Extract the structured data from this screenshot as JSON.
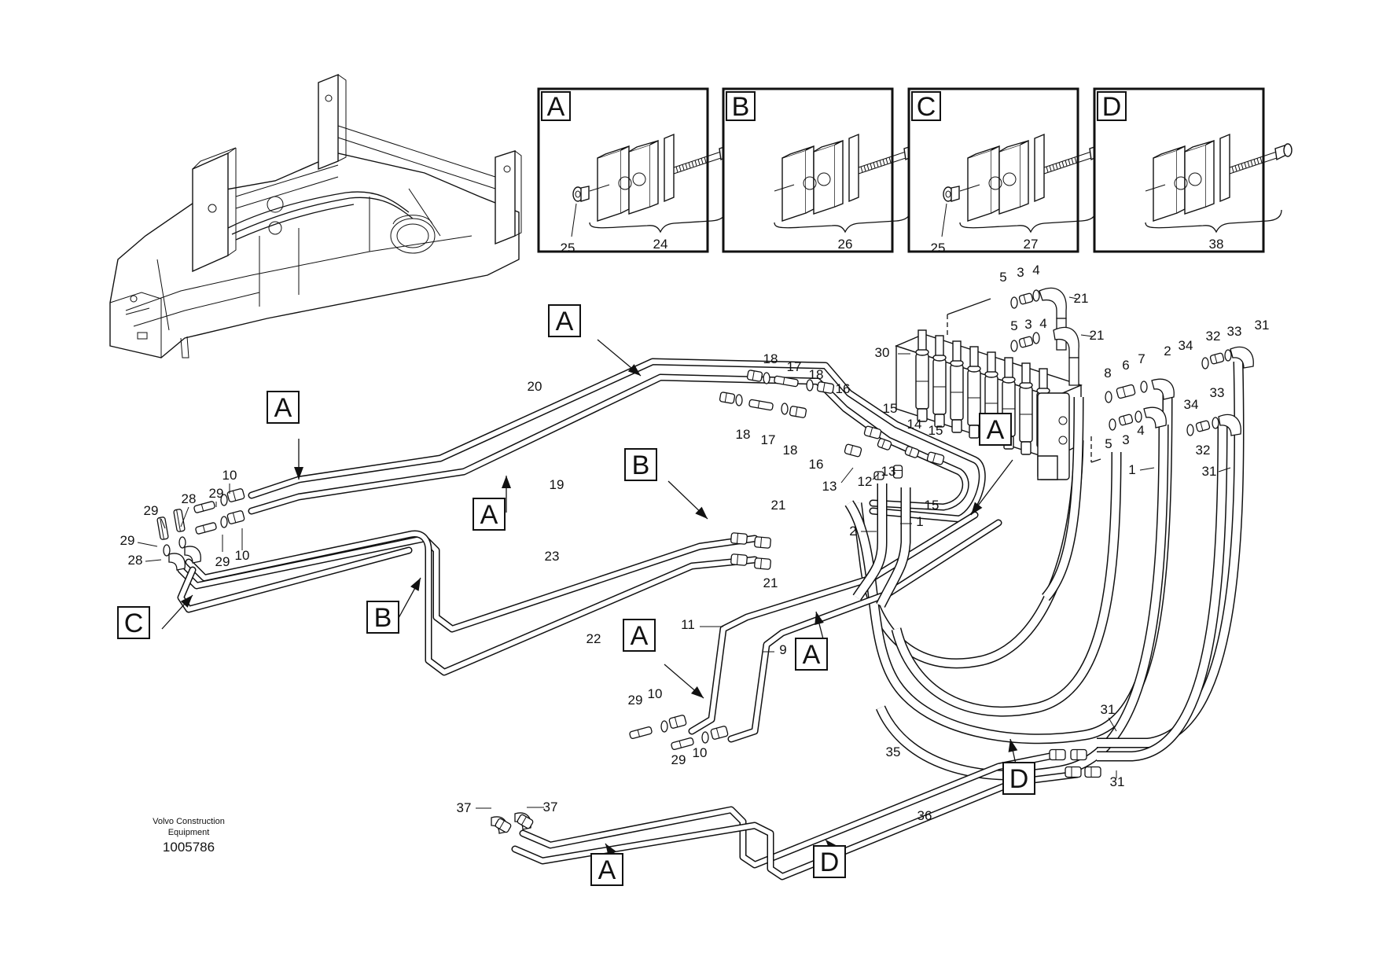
{
  "detail_panels": [
    {
      "letter": "A",
      "assembly": "24",
      "washer": "25"
    },
    {
      "letter": "B",
      "assembly": "26",
      "washer": ""
    },
    {
      "letter": "C",
      "assembly": "27",
      "washer": "25"
    },
    {
      "letter": "D",
      "assembly": "38",
      "washer": ""
    }
  ],
  "callouts": {
    "A": "A",
    "B": "B",
    "C": "C",
    "D": "D"
  },
  "part_numbers": [
    "1",
    "2",
    "3",
    "4",
    "5",
    "6",
    "7",
    "8",
    "9",
    "10",
    "11",
    "12",
    "13",
    "14",
    "15",
    "16",
    "17",
    "18",
    "19",
    "20",
    "21",
    "22",
    "23",
    "24",
    "25",
    "26",
    "27",
    "28",
    "29",
    "30",
    "31",
    "32",
    "33",
    "34",
    "35",
    "36",
    "37",
    "38"
  ],
  "manufacturer": {
    "line1": "Volvo Construction",
    "line2": "Equipment",
    "code": "1005786"
  }
}
